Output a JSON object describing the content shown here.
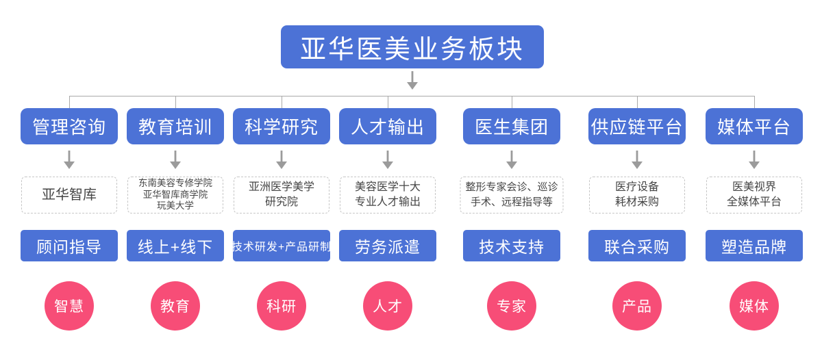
{
  "title": "亚华医美业务板块",
  "colors": {
    "blue": "#4C72D6",
    "pink": "#F74D77",
    "connector": "#a9a9a9",
    "arrow": "#9b9b9b",
    "dash_border": "#c6c6c6",
    "dash_text": "#454545"
  },
  "columns": [
    {
      "id": "management-consulting",
      "level1": "管理咨询",
      "level2_lines": [
        "亚华智库"
      ],
      "level3": "顾问指导",
      "badge": "智慧"
    },
    {
      "id": "education-training",
      "level1": "教育培训",
      "level2_lines": [
        "东南美容专修学院",
        "亚华智库商学院",
        "玩美大学"
      ],
      "level3": "线上+线下",
      "badge": "教育"
    },
    {
      "id": "scientific-research",
      "level1": "科学研究",
      "level2_lines": [
        "亚洲医学美学",
        "研究院"
      ],
      "level3": "技术研发+产品研制",
      "badge": "科研"
    },
    {
      "id": "talent-output",
      "level1": "人才输出",
      "level2_lines": [
        "美容医学十大",
        "专业人才输出"
      ],
      "level3": "劳务派遣",
      "badge": "人才"
    },
    {
      "id": "doctor-group",
      "level1": "医生集团",
      "level2_lines": [
        "整形专家会诊、巡诊",
        "手术、远程指导等"
      ],
      "level3": "技术支持",
      "badge": "专家"
    },
    {
      "id": "supply-chain-platform",
      "level1": "供应链平台",
      "level2_lines": [
        "医疗设备",
        "耗材采购"
      ],
      "level3": "联合采购",
      "badge": "产品"
    },
    {
      "id": "media-platform",
      "level1": "媒体平台",
      "level2_lines": [
        "医美视界",
        "全媒体平台"
      ],
      "level3": "塑造品牌",
      "badge": "媒体"
    }
  ]
}
